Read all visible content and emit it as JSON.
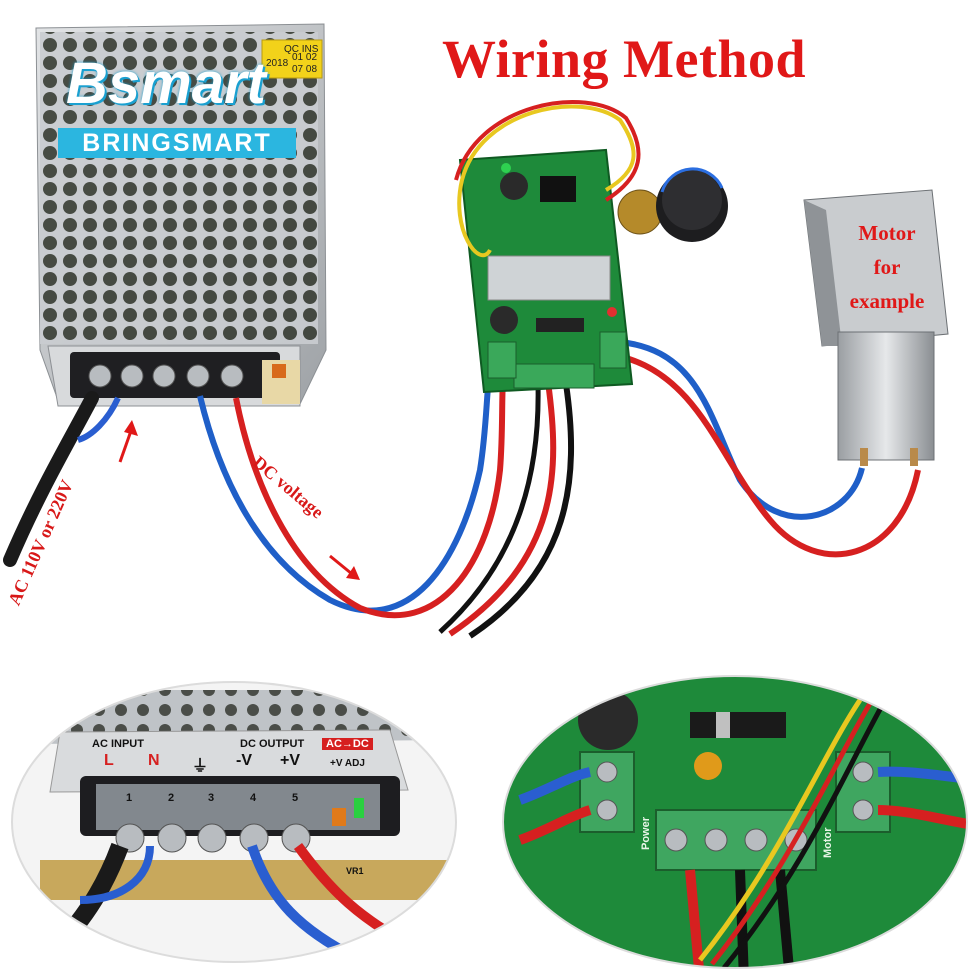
{
  "title": "Wiring Method",
  "brand": {
    "name": "Bsmart",
    "subname": "BRINGSMART"
  },
  "psu_label": {
    "qc": "QC INS",
    "year": "2018",
    "row1": "01 02",
    "row2": "07 08"
  },
  "annotations": {
    "ac": "AC 110V or 220V",
    "dc": "DC voltage",
    "motor": [
      "Motor",
      "for",
      "example"
    ]
  },
  "detail_psu": {
    "ac_input": "AC INPUT",
    "dc_output": "DC OUTPUT",
    "ac_dc": "AC→DC",
    "terminals": [
      "L",
      "N",
      "⏚",
      "-V",
      "+V"
    ],
    "adj": "+V ADJ",
    "numbers": [
      "1",
      "2",
      "3",
      "4",
      "5"
    ],
    "vr": "VR1"
  },
  "detail_board": {
    "power": "Power",
    "motor": "Motor"
  },
  "colors": {
    "red_text": "#e01818",
    "brand_blue": "#2bb6e0",
    "wire_red": "#d62020",
    "wire_blue": "#1f5fc8",
    "pcb_green": "#1e8a3a"
  }
}
